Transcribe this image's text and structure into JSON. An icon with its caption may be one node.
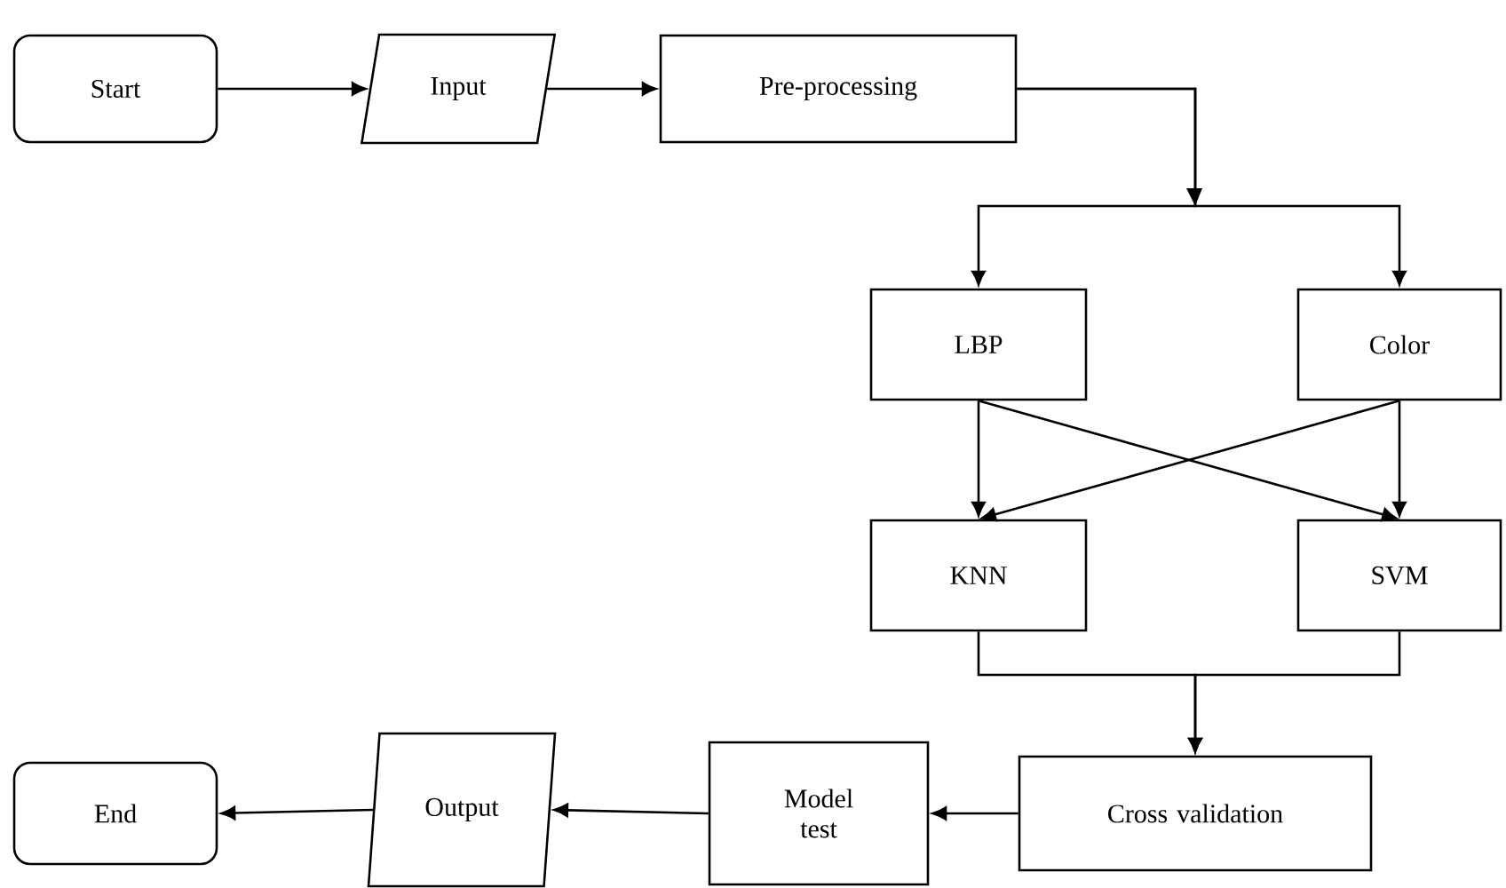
{
  "diagram": {
    "nodes": [
      {
        "text": [
          "Start"
        ]
      },
      {
        "text": [
          "Input"
        ]
      },
      {
        "text": [
          "Pre-processing"
        ]
      },
      {
        "text": [
          "LBP"
        ]
      },
      {
        "text": [
          "Color"
        ]
      },
      {
        "text": [
          "KNN"
        ]
      },
      {
        "text": [
          "SVM"
        ]
      },
      {
        "text": [
          "Cross validation"
        ]
      },
      {
        "text": [
          "Model test"
        ]
      },
      {
        "text": [
          "Output"
        ]
      },
      {
        "text": [
          "End"
        ]
      }
    ],
    "edges": [
      {
        "from": 0,
        "to": 1,
        "arrow": "to"
      },
      {
        "from": 1,
        "to": 2,
        "arrow": "to"
      },
      {
        "from": 2,
        "to": 3,
        "arrow": "to"
      },
      {
        "from": 2,
        "to": 4,
        "arrow": "to"
      },
      {
        "from": 3,
        "to": 5,
        "arrow": "to"
      },
      {
        "from": 3,
        "to": 6,
        "arrow": "to"
      },
      {
        "from": 4,
        "to": 5,
        "arrow": "to"
      },
      {
        "from": 4,
        "to": 6,
        "arrow": "to"
      },
      {
        "from": 5,
        "to": 7,
        "arrow": "to"
      },
      {
        "from": 6,
        "to": 7,
        "arrow": "to"
      },
      {
        "from": 7,
        "to": 8,
        "arrow": "to"
      },
      {
        "from": 8,
        "to": 9,
        "arrow": "to"
      },
      {
        "from": 9,
        "to": 10,
        "arrow": "to"
      }
    ]
  }
}
